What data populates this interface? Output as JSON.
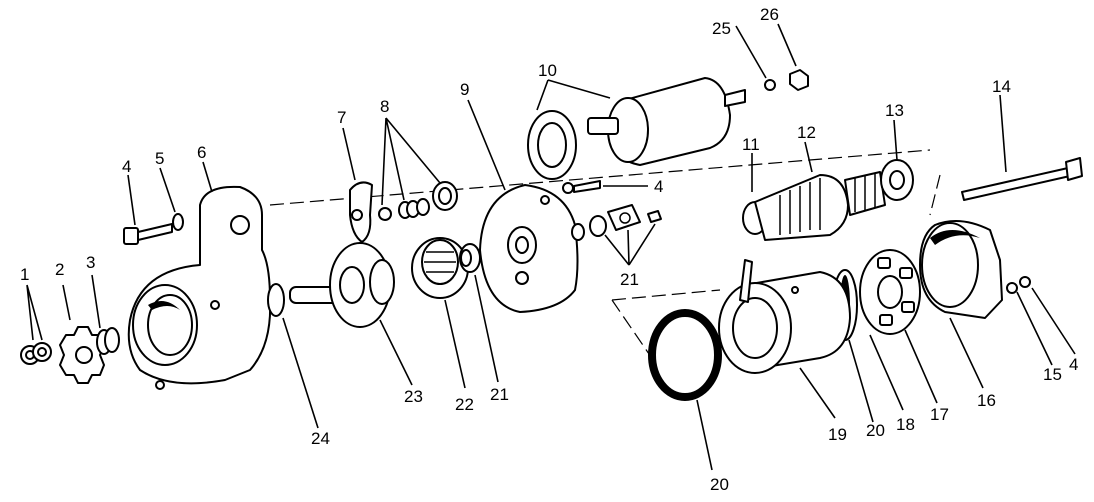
{
  "callouts": {
    "c1": "1",
    "c2": "2",
    "c3": "3",
    "c4a": "4",
    "c5": "5",
    "c6": "6",
    "c7": "7",
    "c8": "8",
    "c9": "9",
    "c10": "10",
    "c11": "11",
    "c12": "12",
    "c13": "13",
    "c14": "14",
    "c25": "25",
    "c26": "26",
    "c4b": "4",
    "c21a": "21",
    "c21b": "21",
    "c22": "22",
    "c23": "23",
    "c24": "24",
    "c19": "19",
    "c20a": "20",
    "c20b": "20",
    "c18": "18",
    "c17": "17",
    "c16": "16",
    "c15": "15",
    "c4c": "4"
  }
}
